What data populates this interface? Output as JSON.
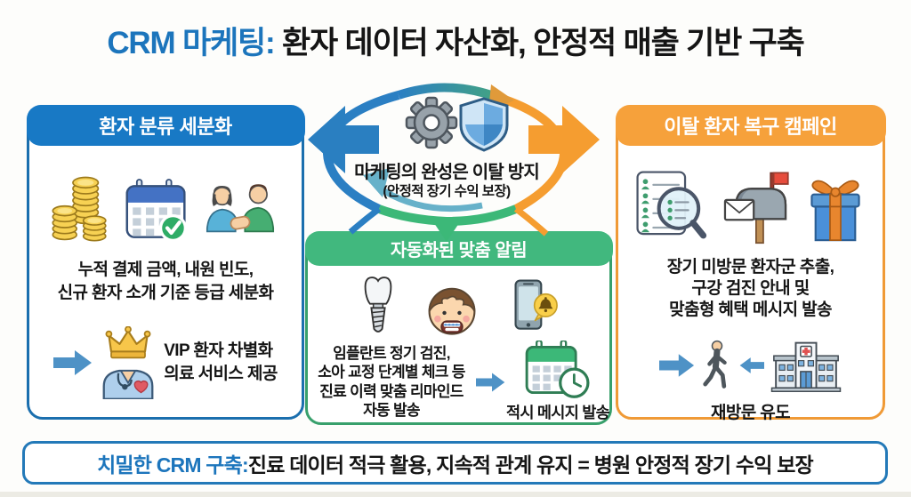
{
  "title": {
    "highlight": "CRM 마케팅:",
    "rest": " 환자 데이터 자산화, 안정적 매출 기반 구축"
  },
  "center_cycle": {
    "icons": [
      "gear-icon",
      "shield-icon"
    ],
    "caption": "마케팅의 완성은 이탈 방지",
    "subcaption": "(안정적 장기 수익 보장)"
  },
  "panels": {
    "segment": {
      "header": "환자 분류 세분화",
      "icons": [
        "coins-icon",
        "calendar-check-icon",
        "handshake-icon"
      ],
      "body_lines": [
        "누적 결제 금액, 내원 빈도,",
        "신규 환자 소개 기준 등급 세분화"
      ],
      "result_icon": "vip-crown-doctor-icon",
      "result_lines": [
        "VIP 환자 차별화",
        "의료 서비스 제공"
      ]
    },
    "automation": {
      "header": "자동화된 맞춤 알림",
      "icons": [
        "implant-icon",
        "child-braces-icon",
        "phone-alert-icon"
      ],
      "body_lines": [
        "임플란트 정기 검진,",
        "소아 교정 단계별 체크 등",
        "진료 이력 맞춤 리마인드",
        "자동 발송"
      ],
      "result_icon": "calendar-clock-icon",
      "result_label": "적시 메시지 발송"
    },
    "recovery": {
      "header": "이탈 환자 복구 캠페인",
      "icons": [
        "patient-list-search-icon",
        "mailbox-icon",
        "gift-icon"
      ],
      "body_lines": [
        "장기 미방문 환자군 추출,",
        "구강 검진 안내 및",
        "맞춤형 혜택 메시지 발송"
      ],
      "result_icons": [
        "walking-person-icon",
        "hospital-icon"
      ],
      "result_label": "재방문 유도"
    }
  },
  "footer": {
    "highlight": "치밀한 CRM 구축:",
    "rest": " 진료 데이터 적극 활용, 지속적 관계 유지 = 병원 안정적 장기 수익 보장"
  },
  "colors": {
    "title_accent": "#1c75bc",
    "segment_blue": "#1879c5",
    "automation_green": "#41b87e",
    "recovery_orange": "#f6a13b",
    "arrow_blue": "#4e92c6",
    "cycle_blue": "#2b7fc3",
    "cycle_green": "#3cb878",
    "cycle_orange": "#f59d30",
    "footer_border": "#2379b8"
  }
}
